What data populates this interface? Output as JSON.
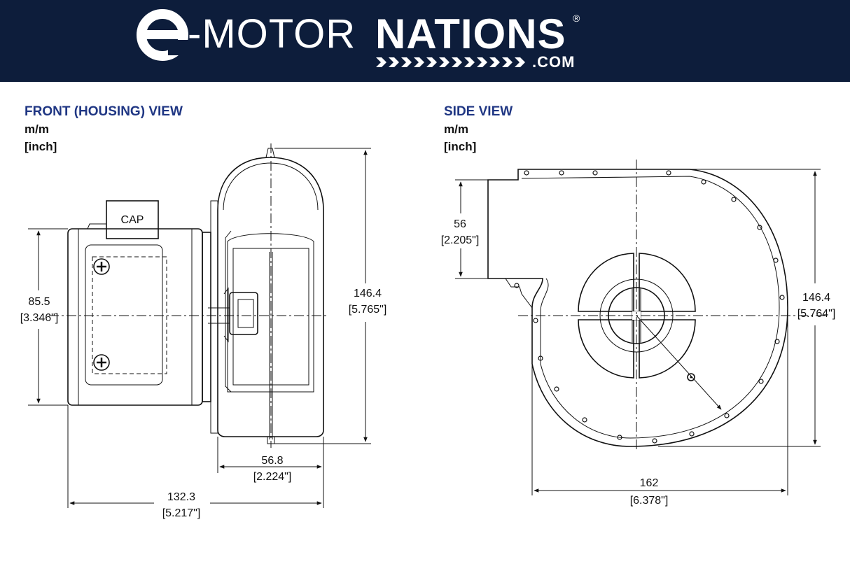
{
  "header": {
    "brand_e": "e",
    "brand_motor": "-MOTOR",
    "brand_nations": "NATIONS",
    "brand_reg": "®",
    "brand_com": ".COM",
    "bg_color": "#0d1d3b"
  },
  "front_view": {
    "title": "FRONT (HOUSING) VIEW",
    "unit_mm": "m/m",
    "unit_inch": "[inch]",
    "cap_label": "CAP",
    "dims": {
      "height_motor_mm": "85.5",
      "height_motor_in": "[3.346\"]",
      "height_total_mm": "146.4",
      "height_total_in": "[5.765\"]",
      "depth_housing_mm": "56.8",
      "depth_housing_in": "[2.224\"]",
      "length_total_mm": "132.3",
      "length_total_in": "[5.217\"]"
    }
  },
  "side_view": {
    "title": "SIDE VIEW",
    "unit_mm": "m/m",
    "unit_inch": "[inch]",
    "dims": {
      "outlet_mm": "56",
      "outlet_in": "[2.205\"]",
      "height_mm": "146.4",
      "height_in": "[5.764\"]",
      "width_mm": "162",
      "width_in": "[6.378\"]"
    }
  },
  "colors": {
    "title": "#1f3683",
    "line": "#111111"
  }
}
